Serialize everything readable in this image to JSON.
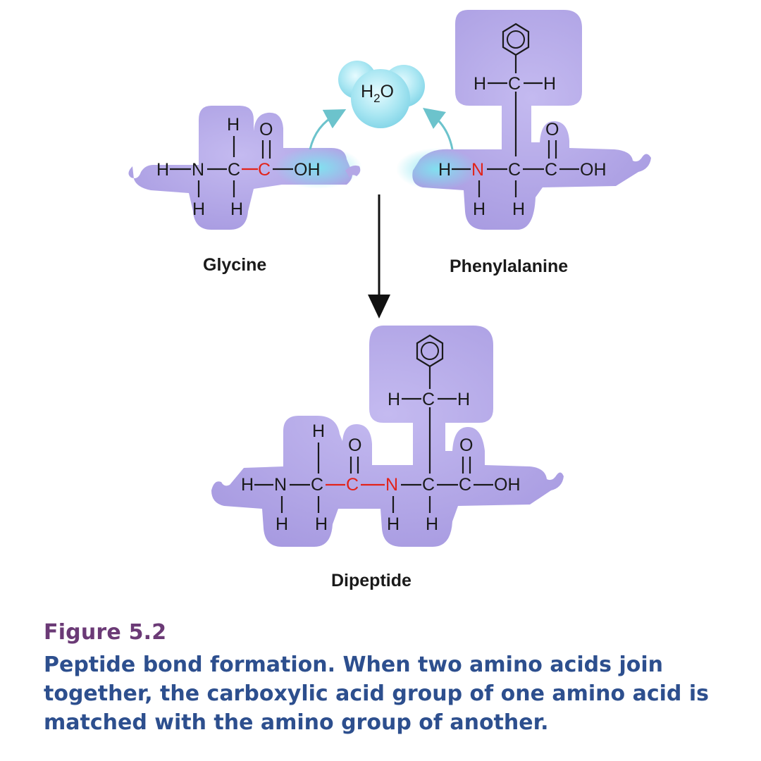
{
  "diagram": {
    "water_label": {
      "main": "H",
      "sub": "2",
      "end": "O"
    },
    "glycine": {
      "name": "Glycine",
      "atoms": {
        "h_left": "H",
        "n": "N",
        "c_alpha": "C",
        "c_carboxyl": "C",
        "oh": "OH",
        "o_top": "O",
        "h_top": "H",
        "h_n": "H",
        "h_c": "H"
      }
    },
    "phenylalanine": {
      "name": "Phenylalanine",
      "atoms": {
        "h_left": "H",
        "n": "N",
        "c_alpha": "C",
        "c_carboxyl": "C",
        "oh": "OH",
        "o_top": "O",
        "h_n": "H",
        "h_c": "H",
        "ch2_left_h": "H",
        "ch2_c": "C",
        "ch2_right_h": "H"
      }
    },
    "dipeptide": {
      "name": "Dipeptide",
      "atoms": {
        "h_left": "H",
        "n1": "N",
        "c1": "C",
        "c2": "C",
        "n2": "N",
        "c3": "C",
        "c4": "C",
        "oh": "OH",
        "h_top": "H",
        "o1": "O",
        "o2": "O",
        "h_n1": "H",
        "h_c1": "H",
        "h_n2": "H",
        "h_c3": "H",
        "ch2_left_h": "H",
        "ch2_c": "C",
        "ch2_right_h": "H"
      }
    },
    "colors": {
      "molecule_fill": "#b3a7e6",
      "water_fill": "#9fe0ee",
      "highlight_red": "#e2231a",
      "arrow_teal": "#6cc3cc",
      "caption_title": "#6b3a76",
      "caption_text": "#2d4f8e"
    }
  },
  "caption": {
    "figure_number": "Figure 5.2",
    "text": "Peptide bond formation. When two amino acids join together, the carboxylic acid group of one amino acid is matched with the amino group of another."
  }
}
